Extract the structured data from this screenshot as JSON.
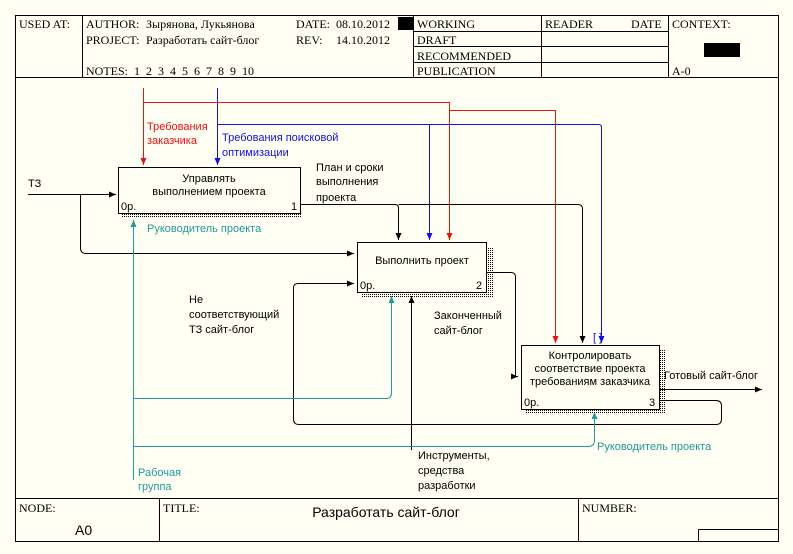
{
  "header": {
    "used_at": "USED AT:",
    "author_label": "AUTHOR:",
    "author": "Зырянова, Лукьянова",
    "project_label": "PROJECT:",
    "project": "Разработать сайт-блог",
    "date_label": "DATE:",
    "date": "08.10.2012",
    "rev_label": "REV:",
    "rev": "14.10.2012",
    "notes": "NOTES:  1  2  3  4  5  6  7  8  9  10",
    "status": [
      "WORKING",
      "DRAFT",
      "RECOMMENDED",
      "PUBLICATION"
    ],
    "reader": "READER",
    "reader_date": "DATE",
    "context": "CONTEXT:",
    "context_node": "A-0"
  },
  "boxes": [
    {
      "id": "box1",
      "title": [
        "Управлять",
        "выполнением проекта"
      ],
      "cost": "0р.",
      "num": "1"
    },
    {
      "id": "box2",
      "title": [
        "Выполнить проект"
      ],
      "cost": "0р.",
      "num": "2"
    },
    {
      "id": "box3",
      "title": [
        "Контролировать",
        "соответствие проекта",
        "требованиям заказчика"
      ],
      "cost": "0р.",
      "num": "3"
    }
  ],
  "labels": {
    "tz": "ТЗ",
    "req_customer": [
      "Требования",
      "заказчика"
    ],
    "req_seo": [
      "Требования поисковой",
      "оптимизации"
    ],
    "plan": [
      "План и сроки",
      "выполнения",
      "проекта"
    ],
    "pm1": "Руководитель проекта",
    "nonconform": [
      "Не",
      "соответствующий",
      "ТЗ сайт-блог"
    ],
    "finished": [
      "Законченный",
      "сайт-блог"
    ],
    "ready": "Готовый сайт-блог",
    "tools": [
      "Инструменты,",
      "средства",
      "разработки"
    ],
    "pm2": "Руководитель проекта",
    "team": [
      "Рабочая",
      "группа"
    ],
    "tunnel": "[ ]"
  },
  "colors": {
    "red": "#ee1111",
    "blue": "#1111dd",
    "teal": "#229999",
    "black": "#000000",
    "background": "#fffff4"
  },
  "footer": {
    "node_label": "NODE:",
    "node": "A0",
    "title_label": "TITLE:",
    "title": "Разработать сайт-блог",
    "number_label": "NUMBER:"
  }
}
